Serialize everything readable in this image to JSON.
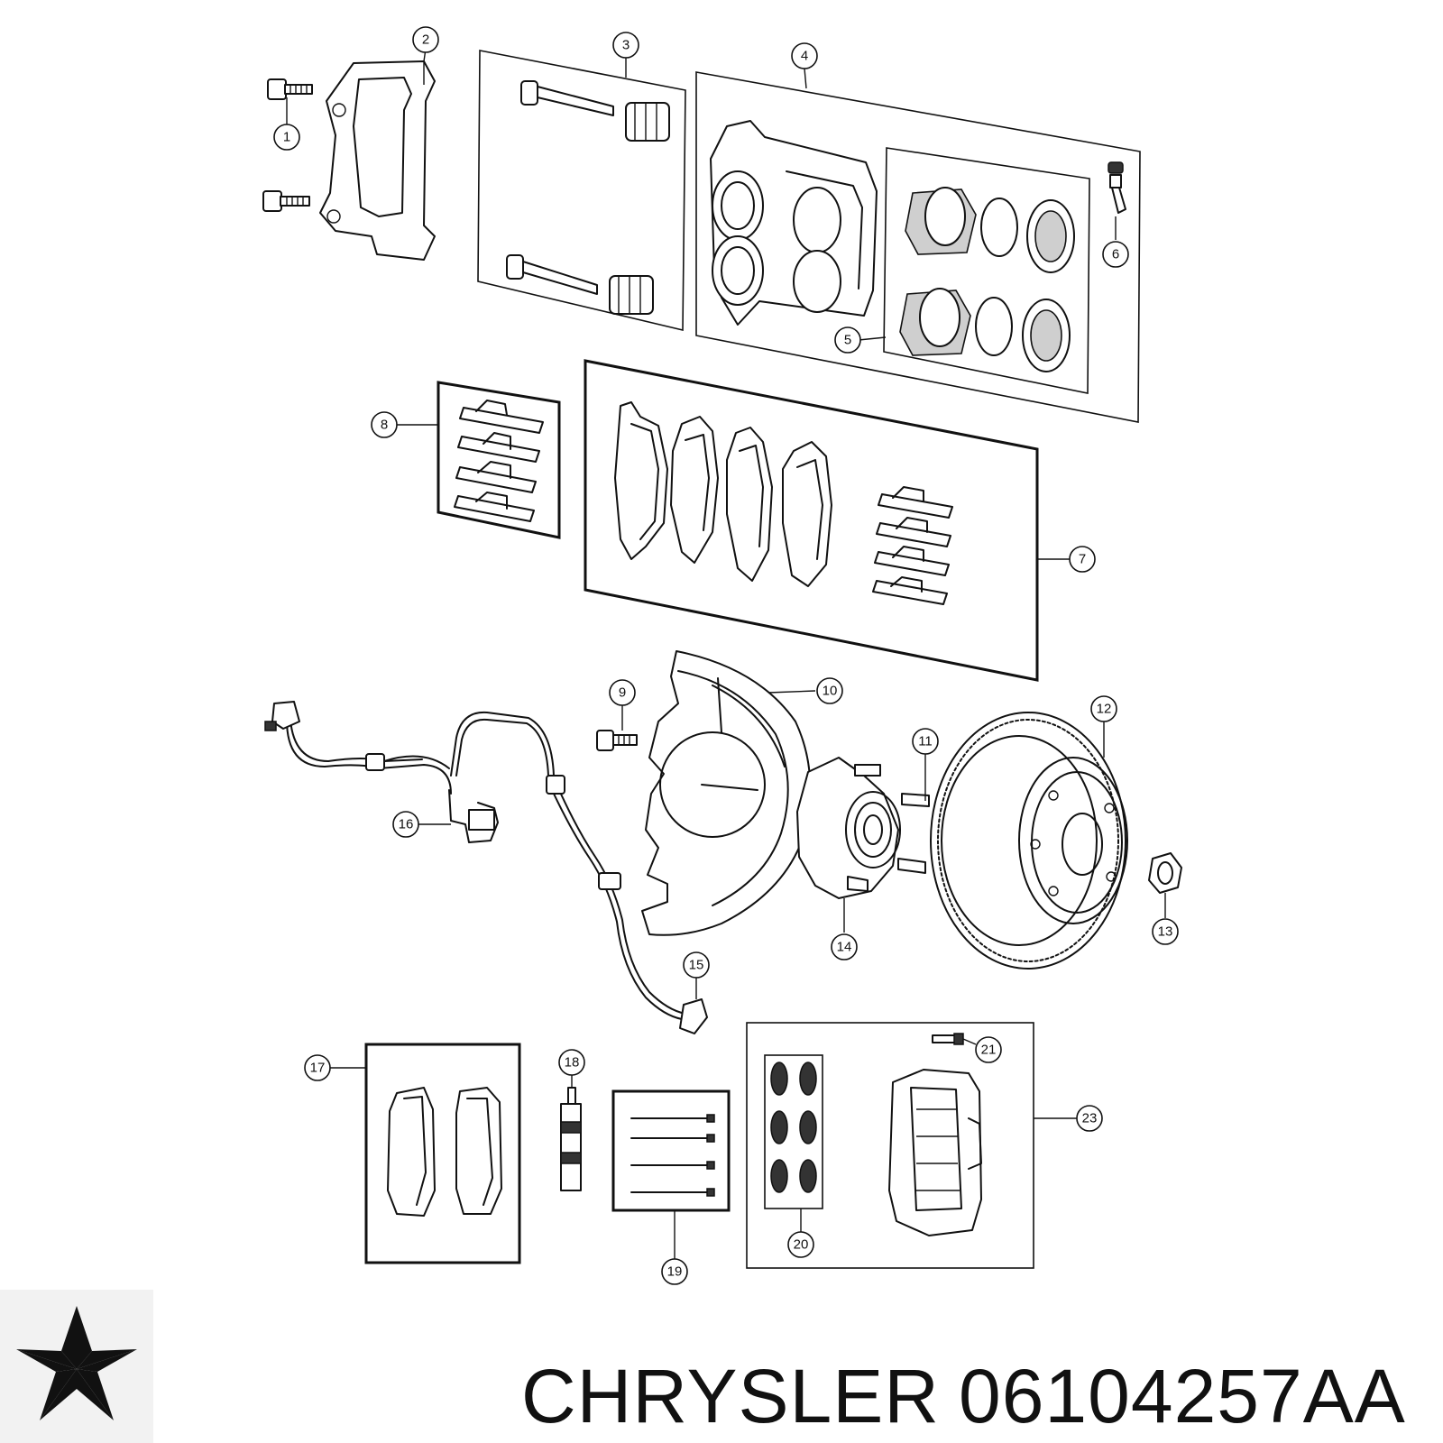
{
  "brand": {
    "name": "CHRYSLER",
    "part_number": "06104257AA"
  },
  "callouts": [
    {
      "id": "c1",
      "label": "1"
    },
    {
      "id": "c2",
      "label": "2"
    },
    {
      "id": "c3",
      "label": "3"
    },
    {
      "id": "c4",
      "label": "4"
    },
    {
      "id": "c5",
      "label": "5"
    },
    {
      "id": "c6",
      "label": "6"
    },
    {
      "id": "c7",
      "label": "7"
    },
    {
      "id": "c8",
      "label": "8"
    },
    {
      "id": "c9",
      "label": "9"
    },
    {
      "id": "c10",
      "label": "10"
    },
    {
      "id": "c11",
      "label": "11"
    },
    {
      "id": "c12",
      "label": "12"
    },
    {
      "id": "c13",
      "label": "13"
    },
    {
      "id": "c14",
      "label": "14"
    },
    {
      "id": "c15",
      "label": "15"
    },
    {
      "id": "c16",
      "label": "16"
    },
    {
      "id": "c17",
      "label": "17"
    },
    {
      "id": "c18",
      "label": "18"
    },
    {
      "id": "c19",
      "label": "19"
    },
    {
      "id": "c20",
      "label": "20"
    },
    {
      "id": "c21",
      "label": "21"
    },
    {
      "id": "c23",
      "label": "23"
    }
  ],
  "icons": {
    "logo": "chrysler-pentastar-icon"
  }
}
